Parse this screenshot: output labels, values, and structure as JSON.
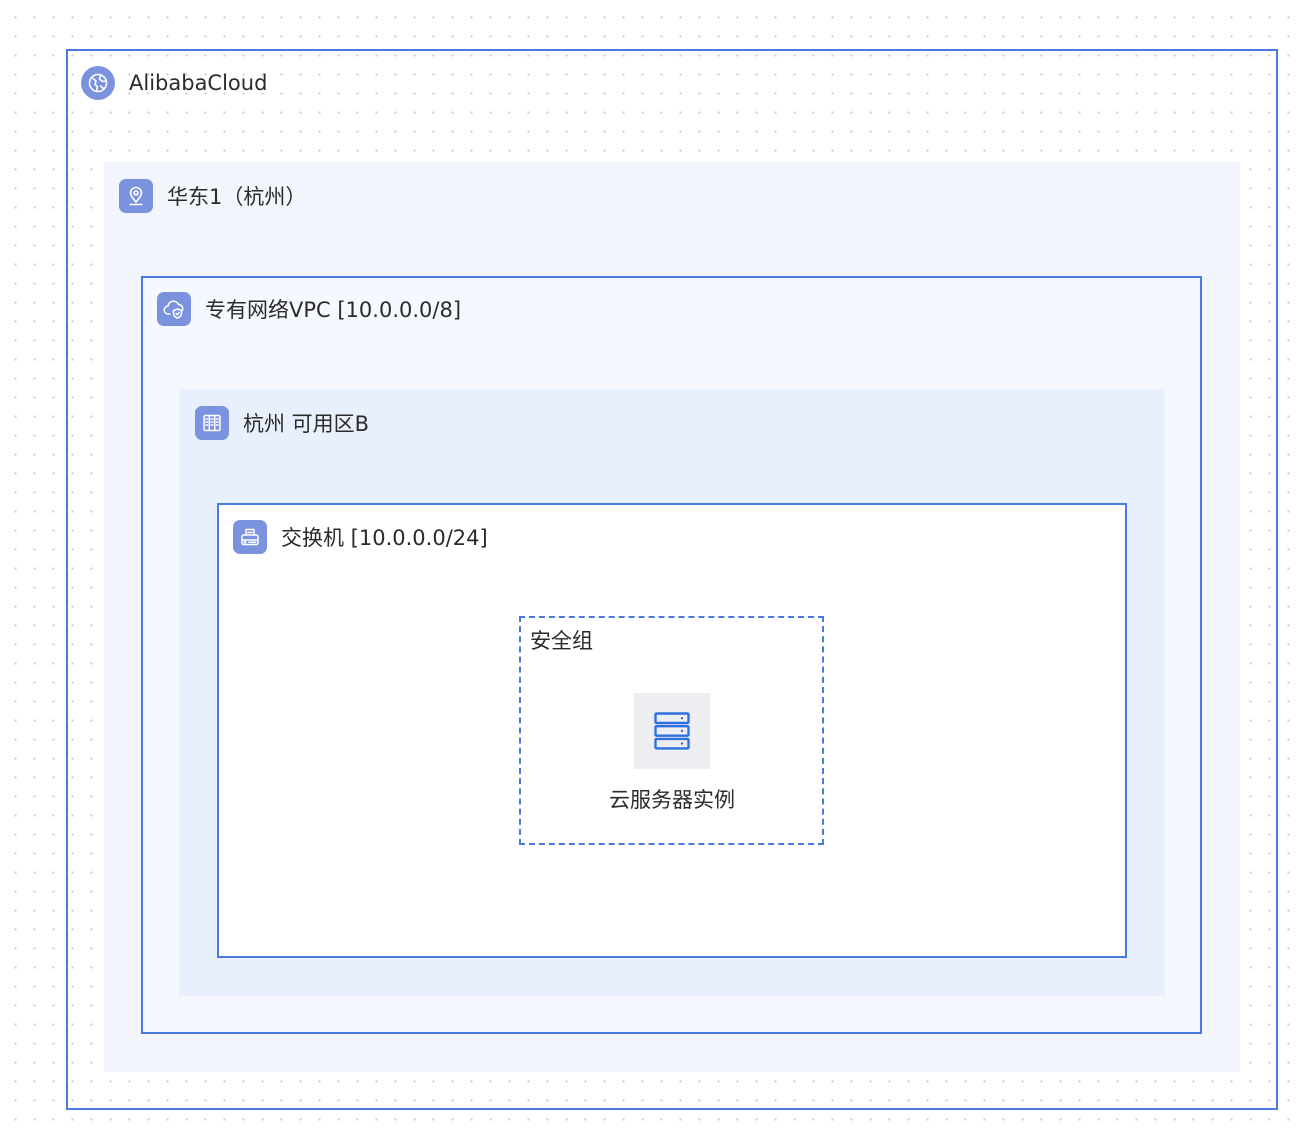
{
  "colors": {
    "border": "#4a7ae0",
    "icon_badge": "#7b92de",
    "zone_fill": "#e8effd",
    "server_icon": "#2f6fdf"
  },
  "cloud": {
    "label": "AlibabaCloud",
    "icon": "globe-icon"
  },
  "region": {
    "label": "华东1（杭州）",
    "icon": "location-pin-icon"
  },
  "vpc": {
    "label": "专有网络VPC [10.0.0.0/8]",
    "icon": "cloud-shield-icon"
  },
  "zone": {
    "label": "杭州 可用区B",
    "icon": "datacenter-icon"
  },
  "vswitch": {
    "label": "交换机 [10.0.0.0/24]",
    "icon": "switch-icon"
  },
  "security_group": {
    "label": "安全组"
  },
  "instance": {
    "label": "云服务器实例",
    "icon": "server-icon"
  }
}
